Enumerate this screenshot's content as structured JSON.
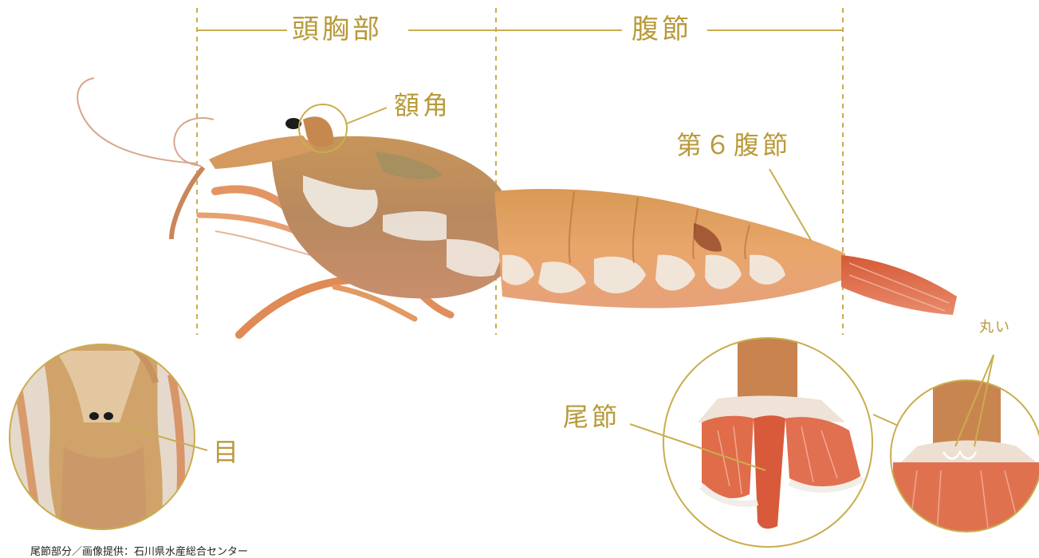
{
  "labels": {
    "cephalothorax": "頭胸部",
    "abdomen": "腹節",
    "rostrum": "額角",
    "sixth_segment": "第６腹節",
    "telson": "尾節",
    "eye": "目",
    "round": "丸い"
  },
  "credit": "尾節部分／画像提供：石川県水産総合センター",
  "colors": {
    "accent": "#c2a84a",
    "label": "#b89a3a",
    "shrimp_body": "#e6a56a",
    "shrimp_dark": "#c9783a",
    "shrimp_white": "#f2ede4",
    "tail_red": "#e0704f"
  }
}
